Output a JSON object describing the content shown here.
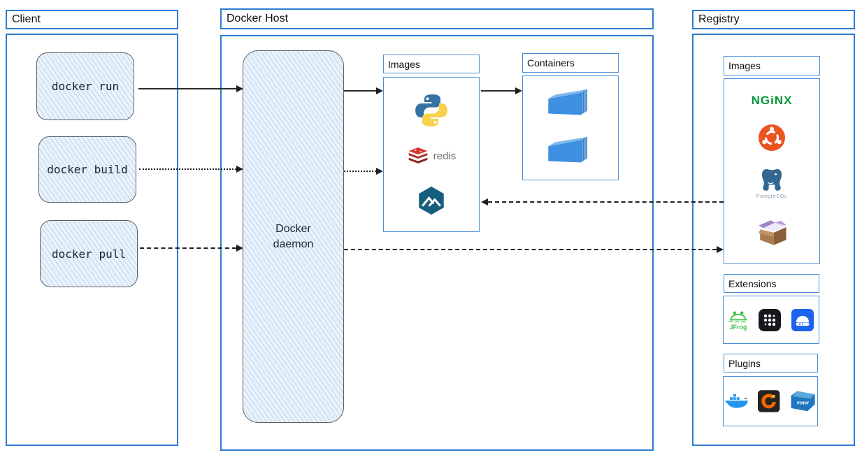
{
  "colors": {
    "box_border_blue": "#2e7cd0",
    "sketch_fill_blue": "#eaf3fb",
    "arrow_black": "#1f1f1f",
    "nginx_green": "#009639",
    "jfrog_green": "#41bf47",
    "ubuntu_orange": "#e95420",
    "docker_blue": "#2496ed",
    "alpine_teal": "#175e7d",
    "redis_red": "#d9342b",
    "postgres_blue": "#336791"
  },
  "client": {
    "title": "Client",
    "commands": [
      {
        "label": "docker run",
        "arrow_style": "solid",
        "target": "docker-daemon"
      },
      {
        "label": "docker build",
        "arrow_style": "dotted",
        "target": "docker-daemon"
      },
      {
        "label": "docker pull",
        "arrow_style": "dashed",
        "target": "docker-daemon"
      }
    ]
  },
  "docker_host": {
    "title": "Docker Host",
    "daemon_label": "Docker daemon",
    "images": {
      "label": "Images",
      "icons": [
        "python-icon",
        "redis-icon",
        "alpine-icon"
      ],
      "redis_text": "redis"
    },
    "containers": {
      "label": "Containers",
      "icons": [
        "container-icon",
        "container-icon"
      ]
    }
  },
  "registry": {
    "title": "Registry",
    "images": {
      "label": "Images",
      "icons": [
        "nginx-icon",
        "ubuntu-icon",
        "postgresql-icon",
        "busybox-icon"
      ],
      "nginx_text": "NGiNX",
      "postgresql_text": "PostgreSQL"
    },
    "extensions": {
      "label": "Extensions",
      "icons": [
        "jfrog-icon",
        "grid-app-icon",
        "server-app-icon"
      ],
      "jfrog_text": "JFrog"
    },
    "plugins": {
      "label": "Plugins",
      "icons": [
        "docker-whale-icon",
        "grafana-icon",
        "vmware-icon"
      ],
      "vmware_text": "vmw"
    }
  },
  "arrows": [
    {
      "from": "docker-run",
      "to": "docker-daemon",
      "style": "solid",
      "direction": "right"
    },
    {
      "from": "docker-build",
      "to": "docker-daemon",
      "style": "dotted",
      "direction": "right"
    },
    {
      "from": "docker-pull",
      "to": "docker-daemon",
      "style": "dashed",
      "direction": "right"
    },
    {
      "from": "docker-daemon",
      "to": "host-images",
      "style": "solid",
      "direction": "right"
    },
    {
      "from": "docker-daemon",
      "to": "host-images",
      "style": "dotted",
      "direction": "right"
    },
    {
      "from": "host-images",
      "to": "containers",
      "style": "solid",
      "direction": "right"
    },
    {
      "from": "registry-images",
      "to": "host-images",
      "style": "dashed",
      "direction": "left"
    },
    {
      "from": "docker-daemon",
      "to": "registry-images",
      "style": "dashed",
      "direction": "right"
    }
  ]
}
